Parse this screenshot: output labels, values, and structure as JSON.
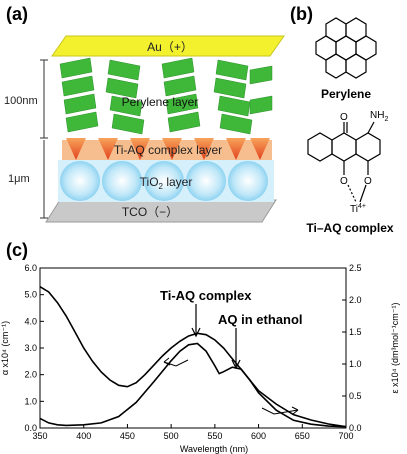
{
  "panels": {
    "a": "(a)",
    "b": "(b)",
    "c": "(c)"
  },
  "device": {
    "au_label": "Au（+）",
    "perylene_label": "Perylene layer",
    "complex_label": "Ti-AQ complex layer",
    "tio2_label": "TiO",
    "tio2_sub": "2",
    "tio2_suffix": " layer",
    "tco_label": "TCO（−）",
    "thickness_top": "100nm",
    "thickness_bottom": "1μm",
    "colors": {
      "au": "#f3f02e",
      "perylene": "#3fb83a",
      "complex": "#f07a28",
      "tio2": "#a9def5",
      "tco": "#b8b8b8"
    }
  },
  "structures": {
    "perylene_name": "Perylene",
    "amine_label": "NH",
    "amine_sub": "2",
    "oxygen_label": "O",
    "metal_label": "Ti",
    "metal_charge": "4+",
    "complex_name": "Ti–AQ complex"
  },
  "chart_data": {
    "type": "line",
    "xlabel": "Wavelength (nm)",
    "ylabel_left": "α x10⁴ (cm⁻¹)",
    "ylabel_right": "ε x10⁴ (dm³mol⁻¹cm⁻¹)",
    "xlim": [
      350,
      700
    ],
    "ylim_left": [
      0,
      6
    ],
    "ylim_right": [
      0,
      2.5
    ],
    "x_ticks": [
      350,
      400,
      450,
      500,
      550,
      600,
      650,
      700
    ],
    "y_ticks_left": [
      "0.0",
      "1.0",
      "2.0",
      "3.0",
      "4.0",
      "5.0",
      "6.0"
    ],
    "y_ticks_right": [
      "0.0",
      "0.5",
      "1.0",
      "1.5",
      "2.0",
      "2.5"
    ],
    "series": [
      {
        "name": "Ti-AQ complex",
        "axis": "left",
        "x": [
          350,
          360,
          370,
          380,
          390,
          400,
          410,
          420,
          430,
          440,
          450,
          460,
          470,
          480,
          490,
          500,
          510,
          520,
          530,
          540,
          550,
          560,
          570,
          580,
          590,
          600,
          620,
          640,
          660,
          680,
          700
        ],
        "y": [
          5.3,
          5.1,
          4.7,
          4.2,
          3.6,
          3.0,
          2.5,
          2.1,
          1.8,
          1.6,
          1.55,
          1.7,
          2.0,
          2.35,
          2.7,
          3.0,
          3.25,
          3.45,
          3.55,
          3.5,
          3.3,
          3.0,
          2.6,
          2.2,
          1.8,
          1.4,
          0.9,
          0.5,
          0.3,
          0.15,
          0.05
        ]
      },
      {
        "name": "AQ in ethanol",
        "axis": "right",
        "x": [
          350,
          360,
          370,
          380,
          400,
          420,
          440,
          460,
          480,
          500,
          510,
          520,
          530,
          540,
          550,
          555,
          560,
          570,
          580,
          590,
          600,
          620,
          640,
          660,
          680,
          700
        ],
        "y": [
          0.15,
          0.08,
          0.05,
          0.04,
          0.05,
          0.08,
          0.18,
          0.4,
          0.72,
          1.05,
          1.2,
          1.3,
          1.32,
          1.2,
          0.97,
          0.85,
          0.88,
          0.95,
          0.92,
          0.75,
          0.55,
          0.28,
          0.12,
          0.06,
          0.03,
          0.02
        ]
      }
    ]
  }
}
